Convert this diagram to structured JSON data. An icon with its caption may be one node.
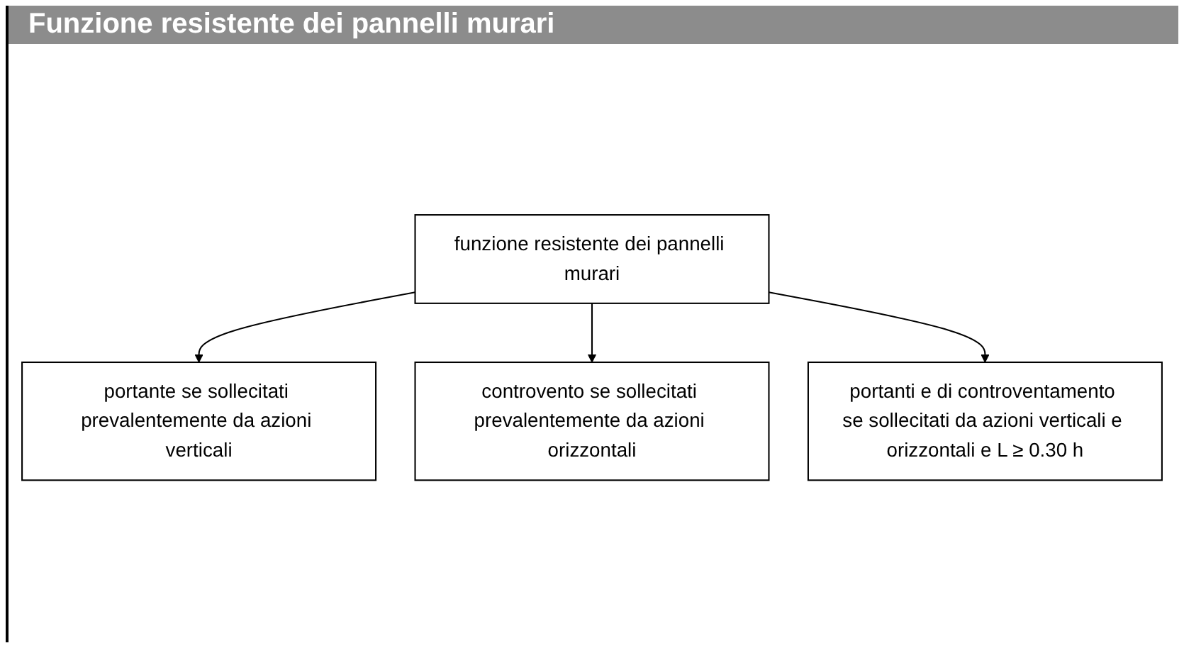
{
  "diagram": {
    "title": "Funzione resistente dei pannelli murari",
    "nodes": [
      {
        "text": [
          "funzione resistente dei pannelli murari"
        ]
      },
      {
        "text": [
          "portante se sollecitati prevalentemente da azioni verticali"
        ]
      },
      {
        "text": [
          "controvento se sollecitati prevalentemente da azioni orizzontali"
        ]
      },
      {
        "text": [
          "portanti e di controventamento se sollecitati da azioni verticali e orizzontali e L ≥ 0.30 h"
        ]
      }
    ],
    "edges": [
      {
        "from": 0,
        "to": 1,
        "arrow": "to"
      },
      {
        "from": 0,
        "to": 2,
        "arrow": "to"
      },
      {
        "from": 0,
        "to": 3,
        "arrow": "to"
      }
    ]
  }
}
